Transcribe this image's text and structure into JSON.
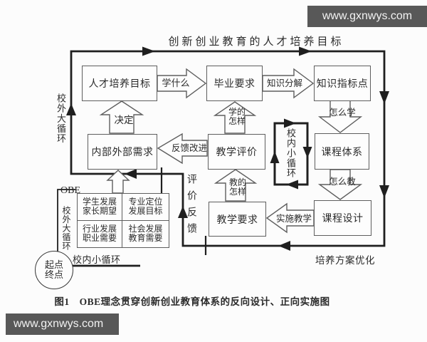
{
  "watermark": {
    "top": "www.gxnwys.com",
    "bottom": "www.gxnwys.com"
  },
  "top_label": "创新创业教育的人才培养目标",
  "caption": "图1　OBE理念贯穿创新创业教育体系的反向设计、正向实施图",
  "nodes": {
    "talent_goal": "人才培养目标",
    "graduation_req": "毕业要求",
    "knowledge_points": "知识指标点",
    "internal_external_needs": "内部外部需求",
    "teaching_eval": "教学评价",
    "course_system": "课程体系",
    "teaching_req": "教学要求",
    "course_design": "课程设计"
  },
  "arrows": {
    "learn_what": "学什么",
    "knowledge_decompose": "知识分解",
    "how_to_learn": "怎么学",
    "how_to_teach": "怎么教",
    "implement_teaching": "实施教学",
    "feedback_improve": "反馈改进",
    "decide": "决定",
    "learned_how": {
      "line1": "学的",
      "line2": "怎样"
    },
    "taught_how": {
      "line1": "教的",
      "line2": "怎样"
    }
  },
  "labels": {
    "obe": "OBE",
    "outer_cycle_top": "校外大循环",
    "outer_cycle_bottom": "校外大循环",
    "inner_cycle_loop": "校内小循环",
    "inner_cycle_bottom": "校内小循环",
    "eval_feedback": "评价反馈",
    "plan_optimize": "培养方案优化",
    "start_end": {
      "line1": "起点",
      "line2": "终点"
    }
  },
  "grid": {
    "cells": [
      {
        "line1": "学生发展",
        "line2": "家长期望"
      },
      {
        "line1": "专业定位",
        "line2": "发展目标"
      },
      {
        "line1": "行业发展",
        "line2": "职业需要"
      },
      {
        "line1": "社会发展",
        "line2": "教育需要"
      }
    ]
  },
  "colors": {
    "background": "#fcfcfc",
    "line": "#1f1f1f",
    "box_border": "#5e5e5e",
    "watermark_bg": "#585858",
    "watermark_text": "#f2f2f2"
  }
}
